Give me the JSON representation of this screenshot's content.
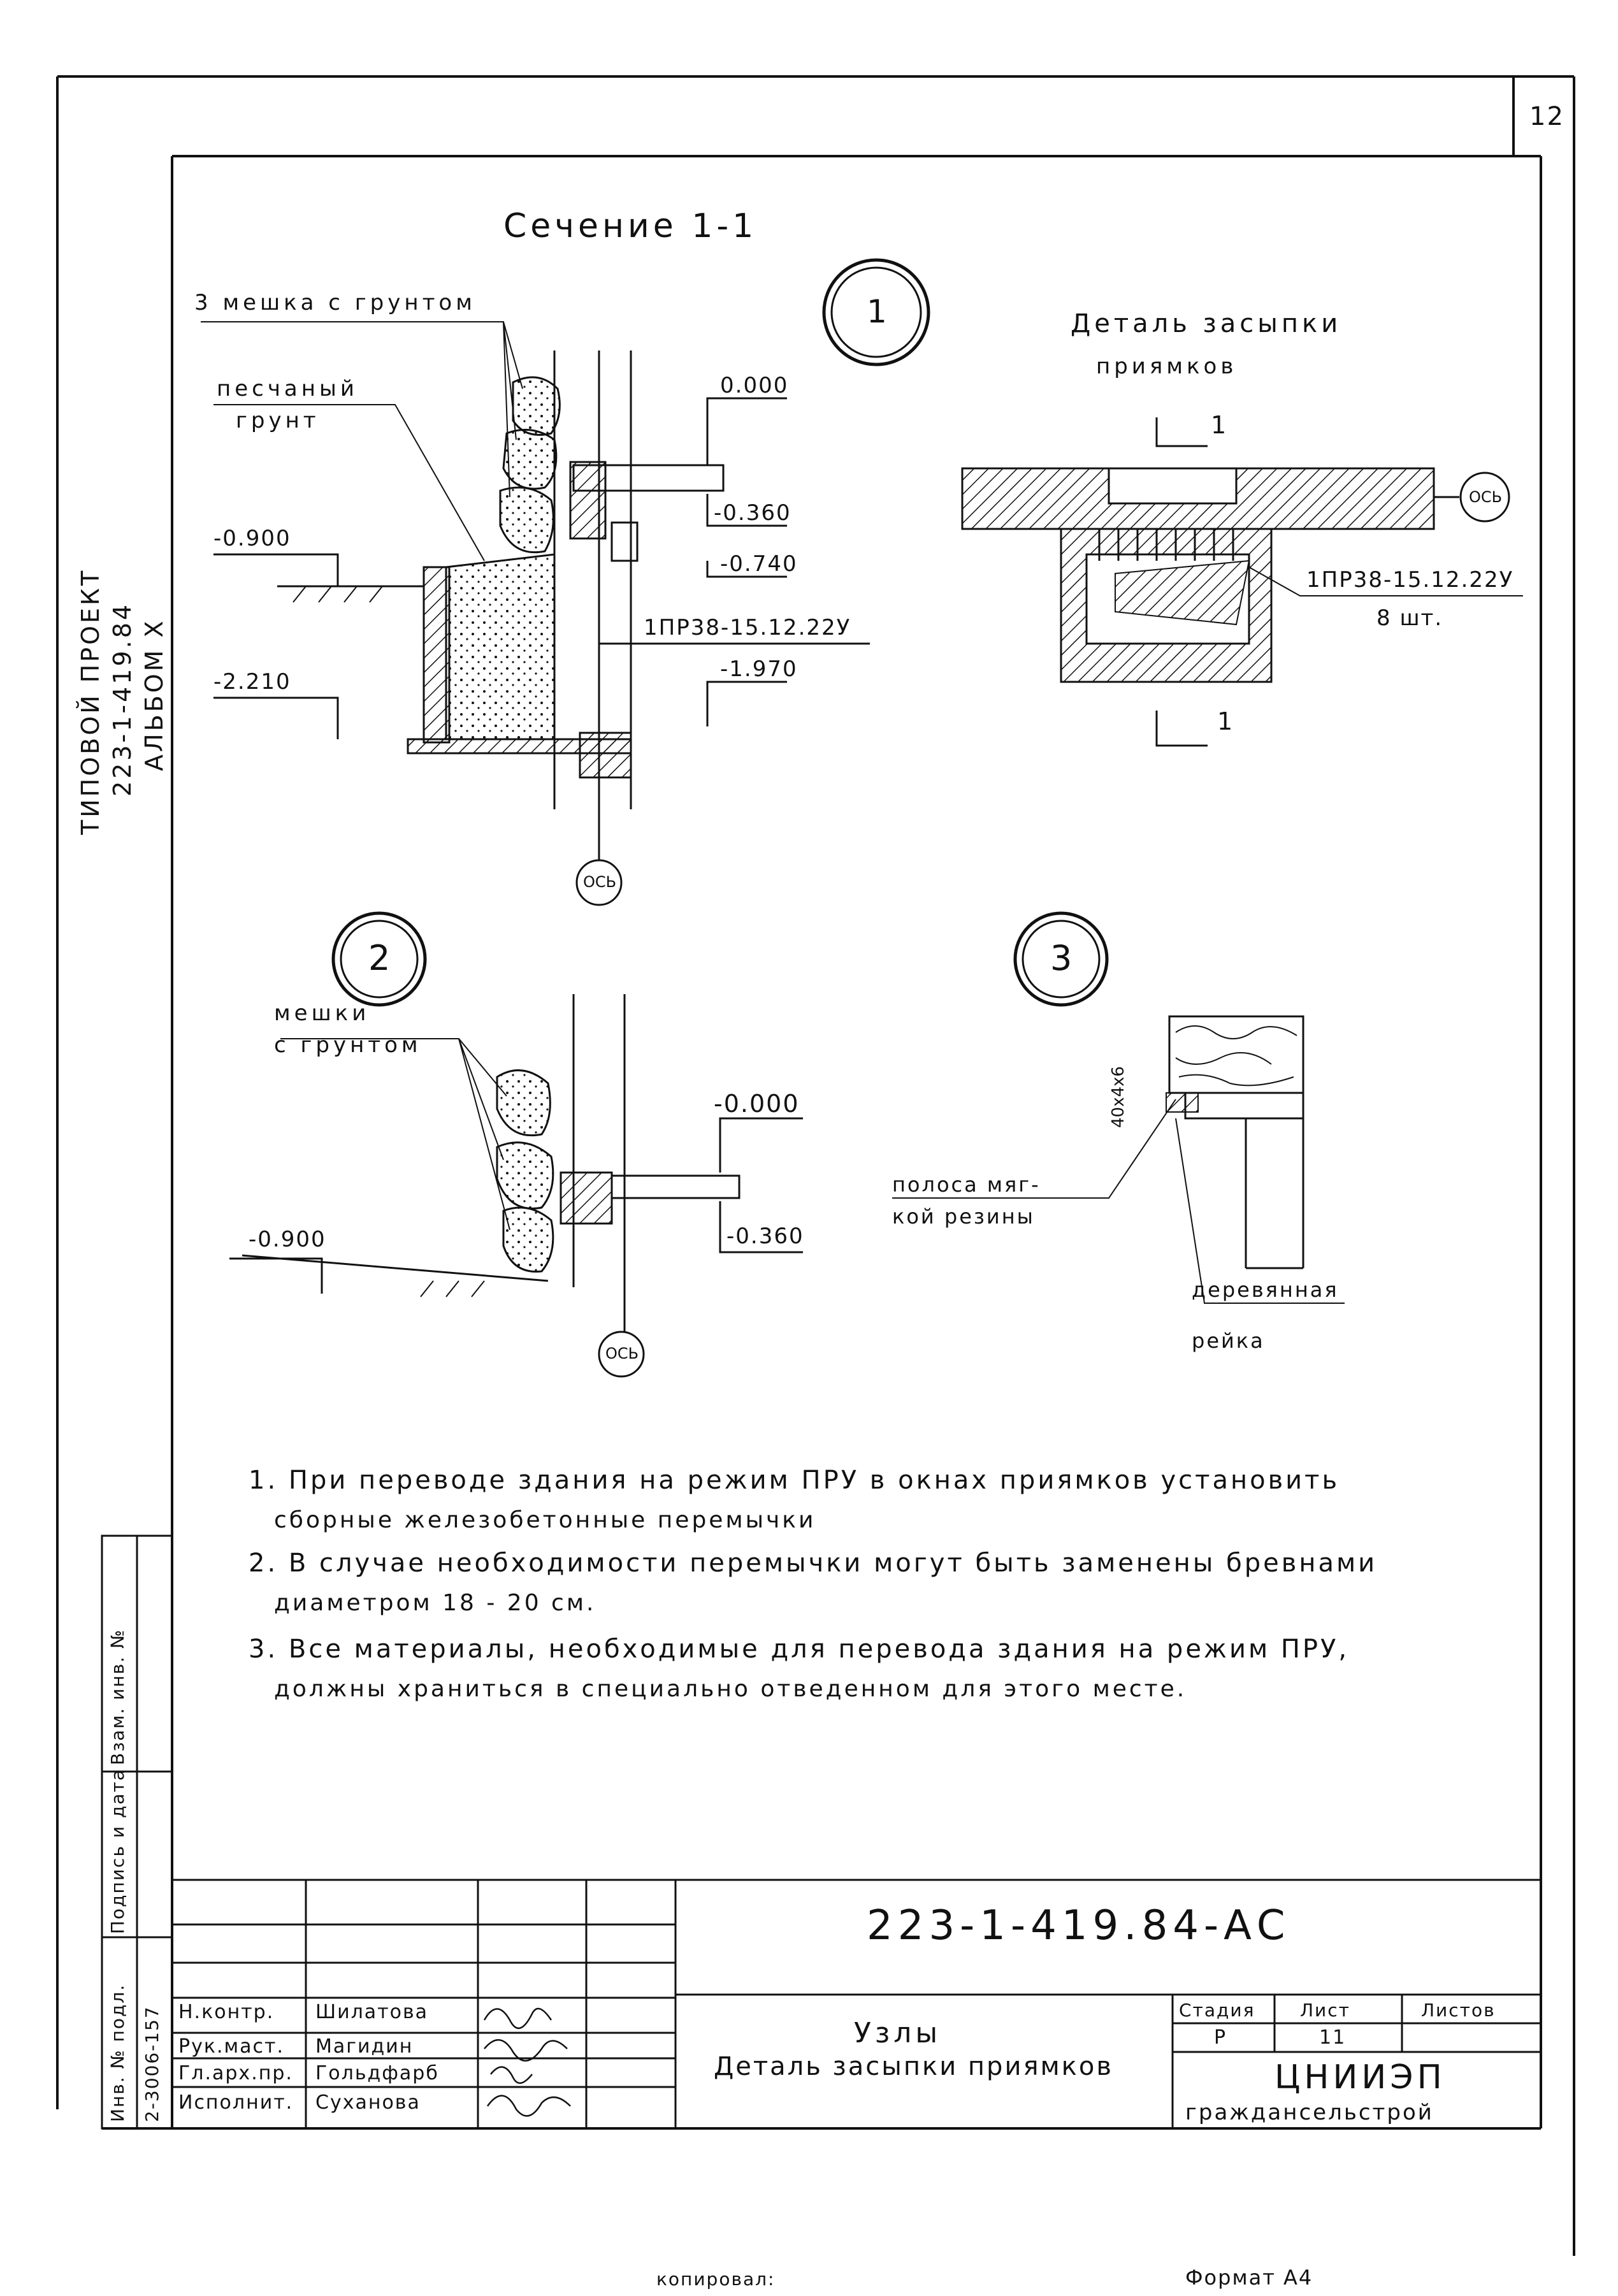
{
  "sheet": {
    "number": "12",
    "left_stamp": [
      "ТИПОВОЙ ПРОЕКТ",
      "223-1-419.84",
      "АЛЬБОМ X"
    ]
  },
  "section_1": {
    "title": "Сечение 1-1",
    "circle": "1",
    "label_bags": "3 мешка с грунтом",
    "label_sand_1": "песчаный",
    "label_sand_2": "грунт",
    "mark_0000": "0.000",
    "mark_0360": "-0.360",
    "mark_0740": "-0.740",
    "mark_1970": "-1.970",
    "mark_0900": "-0.900",
    "mark_2210": "-2.210",
    "lintel": "1ПР38-15.12.22У",
    "axis": "ОСЬ"
  },
  "detail_pit": {
    "title_1": "Деталь засыпки",
    "title_2": "приямков",
    "cut_mark": "1",
    "axis": "ОСЬ",
    "lintel": "1ПР38-15.12.22У",
    "count": "8 шт."
  },
  "detail_2": {
    "circle": "2",
    "label_bags_1": "мешки",
    "label_bags_2": "с грунтом",
    "mark_0000": "-0.000",
    "mark_0360": "-0.360",
    "mark_0900": "-0.900",
    "axis": "ОСЬ"
  },
  "detail_3": {
    "circle": "3",
    "dim": "40x4x6",
    "rubber_1": "полоса мяг-",
    "rubber_2": "кой резины",
    "lath_1": "деревянная",
    "lath_2": "рейка"
  },
  "notes": [
    "1. При переводе здания на режим ПРУ в окнах приямков установить",
    "сборные железобетонные перемычки",
    "2. В случае необходимости перемычки могут быть заменены бревнами",
    "диаметром 18 - 20 см.",
    "3. Все материалы, необходимые для перевода здания на режим ПРУ,",
    "должны храниться в специально отведенном для этого месте."
  ],
  "side_stamp": {
    "inv_no": "Инв. № подл.",
    "inv_value": "2-3006-157",
    "sign_date": "Подпись и дата",
    "replace": "Взам. инв. №"
  },
  "title_block": {
    "code": "223-1-419.84-АС",
    "roles": [
      "Н.контр.",
      "Рук.маст.",
      "Гл.арх.пр.",
      "Исполнит."
    ],
    "names": [
      "Шилатова",
      "Магидин",
      "Гольдфарб",
      "Суханова"
    ],
    "sheet_title_1": "Узлы",
    "sheet_title_2": "Деталь засыпки приямков",
    "stage_label": "Стадия",
    "sheet_label": "Лист",
    "sheets_label": "Листов",
    "stage_value": "Р",
    "sheet_value": "11",
    "org_1": "ЦНИИЭП",
    "org_2": "граждансельстрой"
  },
  "footer": {
    "copied": "копировал:",
    "format": "Формат А4"
  }
}
